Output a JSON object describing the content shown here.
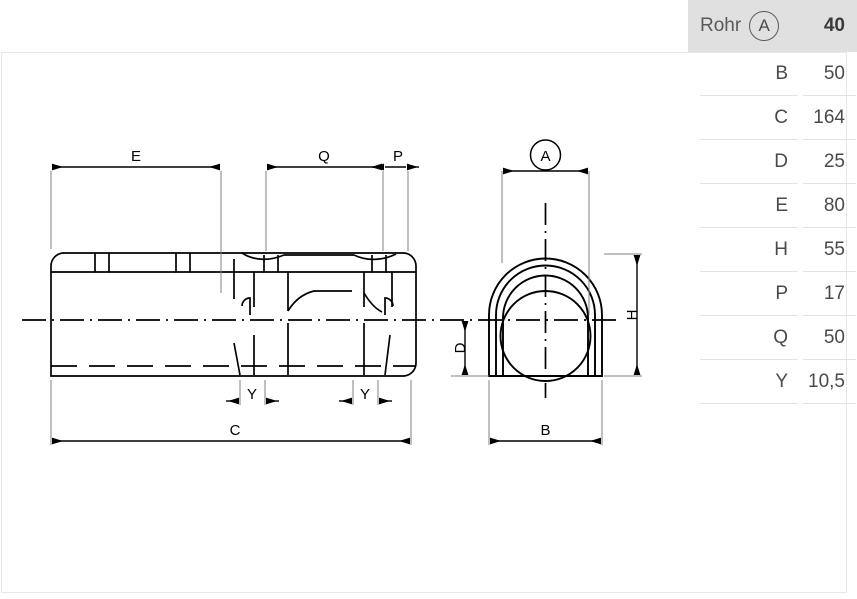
{
  "spec_table": {
    "header": {
      "label": "Rohr",
      "circle_symbol": "A",
      "value": "40"
    },
    "rows": [
      {
        "label": "B",
        "value": "50"
      },
      {
        "label": "C",
        "value": "164"
      },
      {
        "label": "D",
        "value": "25"
      },
      {
        "label": "E",
        "value": "80"
      },
      {
        "label": "H",
        "value": "55"
      },
      {
        "label": "P",
        "value": "17"
      },
      {
        "label": "Q",
        "value": "50"
      },
      {
        "label": "Y",
        "value": "10,5"
      }
    ]
  },
  "drawing": {
    "dimension_labels": {
      "E": "E",
      "Q": "Q",
      "P": "P",
      "C": "C",
      "Y_left": "Y",
      "Y_right": "Y",
      "A": "A",
      "B": "B",
      "H": "H",
      "D": "D"
    },
    "colors": {
      "line": "#000000",
      "dimension_line": "#808080",
      "panel_border": "#e8e8e8",
      "table_header_bg": "#e0e0e0",
      "table_text": "#4a4a4a",
      "table_rule": "#e3e3e3"
    }
  }
}
